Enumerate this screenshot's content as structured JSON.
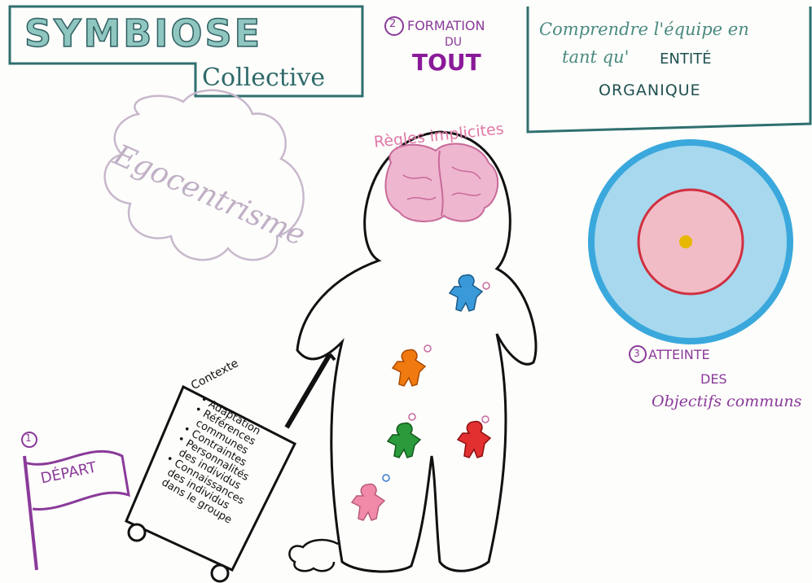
{
  "title": {
    "main": "SYMBIOSE",
    "sub": "Collective"
  },
  "cloud_label": "Egocentrisme",
  "formation": {
    "number": "2",
    "line1": "FORMATION",
    "line2": "DU",
    "line3": "TOUT"
  },
  "goal_box": {
    "line1": "Comprendre l'équipe en",
    "line2a": "tant qu'",
    "line2b": "ENTITÉ",
    "line3": "ORGANIQUE"
  },
  "brain_label": "Règles implicites",
  "target": {
    "number": "3",
    "line1": "ATTEINTE",
    "line2": "DES",
    "line3": "Objectifs communs"
  },
  "suitcase": {
    "header": "Contexte",
    "items": [
      "• Adaptation",
      "• Références",
      "communes",
      "• Contraintes",
      "• Personnalités",
      "des individus",
      "• Connaissances",
      "des individus",
      "dans le groupe"
    ]
  },
  "start": {
    "number": "1",
    "label": "DÉPART"
  },
  "colors": {
    "teal": "#2f6f6f",
    "purple": "#8a3a9a",
    "brain_pink": "#e9a6c6",
    "target_blue": "#6fc2e6",
    "target_red": "#e0707a",
    "target_center": "#e8b800",
    "figure_blue": "#3a9ad9",
    "figure_orange": "#f07a10",
    "figure_green": "#2a9a3a",
    "figure_red": "#e23030",
    "figure_pink": "#f08aa8"
  },
  "icons": [
    "cloud-icon",
    "brain-icon",
    "target-icon",
    "flag-icon",
    "suitcase-icon",
    "person-outline-icon",
    "puff-icon"
  ]
}
